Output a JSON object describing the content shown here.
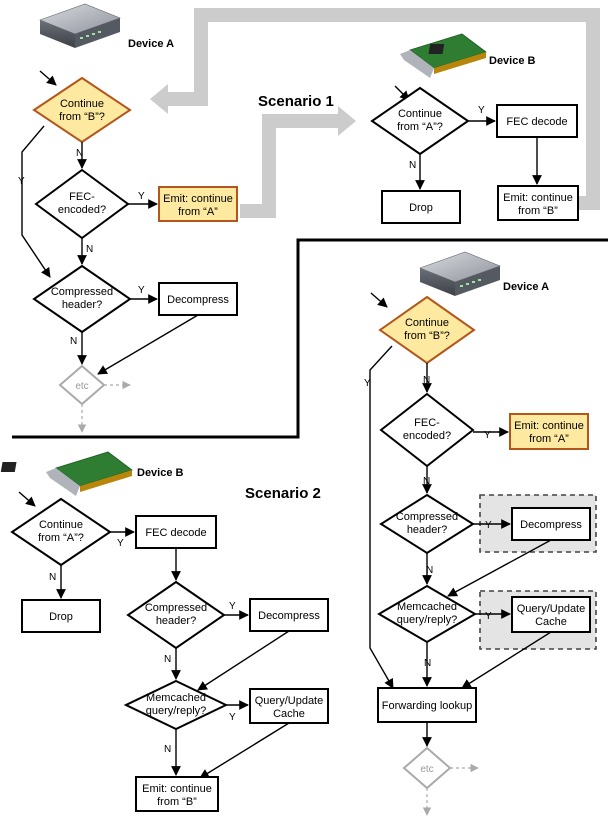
{
  "scenario1": {
    "title": "Scenario 1",
    "deviceA": {
      "label": "Device A",
      "continue_b": [
        "Continue",
        "from “B”?"
      ],
      "fec_encoded": [
        "FEC-",
        "encoded?"
      ],
      "emit": [
        "Emit: continue",
        "from “A”"
      ],
      "compressed": [
        "Compressed",
        "header?"
      ],
      "decompress": "Decompress",
      "etc": "etc"
    },
    "deviceB": {
      "label": "Device B",
      "continue_a": [
        "Continue",
        "from “A”?"
      ],
      "fec_decode": "FEC decode",
      "drop": "Drop",
      "emit": [
        "Emit: continue",
        "from “B”"
      ]
    }
  },
  "scenario2": {
    "title": "Scenario 2",
    "deviceB": {
      "label": "Device B",
      "continue_a": [
        "Continue",
        "from “A”?"
      ],
      "fec_decode": "FEC decode",
      "drop": "Drop",
      "compressed": [
        "Compressed",
        "header?"
      ],
      "decompress": "Decompress",
      "memcached": [
        "Memcached",
        "query/reply?"
      ],
      "cache": [
        "Query/Update",
        "Cache"
      ],
      "emit": [
        "Emit: continue",
        "from “B”"
      ]
    },
    "deviceA": {
      "label": "Device A",
      "continue_b": [
        "Continue",
        "from “B”?"
      ],
      "fec_encoded": [
        "FEC-",
        "encoded?"
      ],
      "emit": [
        "Emit: continue",
        "from “A”"
      ],
      "compressed": [
        "Compressed",
        "header?"
      ],
      "decompress": "Decompress",
      "memcached": [
        "Memcached",
        "query/reply?"
      ],
      "cache": [
        "Query/Update",
        "Cache"
      ],
      "forwarding": "Forwarding lookup",
      "etc": "etc"
    }
  },
  "edge_labels": {
    "yes": "Y",
    "no": "N"
  },
  "colors": {
    "highlight_fill": "#fdeaa0",
    "highlight_stroke": "#b4561c",
    "route_grey": "#cccccc",
    "dashed_bg": "#e4e4e4"
  },
  "icons": {
    "deviceA": "server-box-icon",
    "deviceB": "network-card-icon"
  }
}
